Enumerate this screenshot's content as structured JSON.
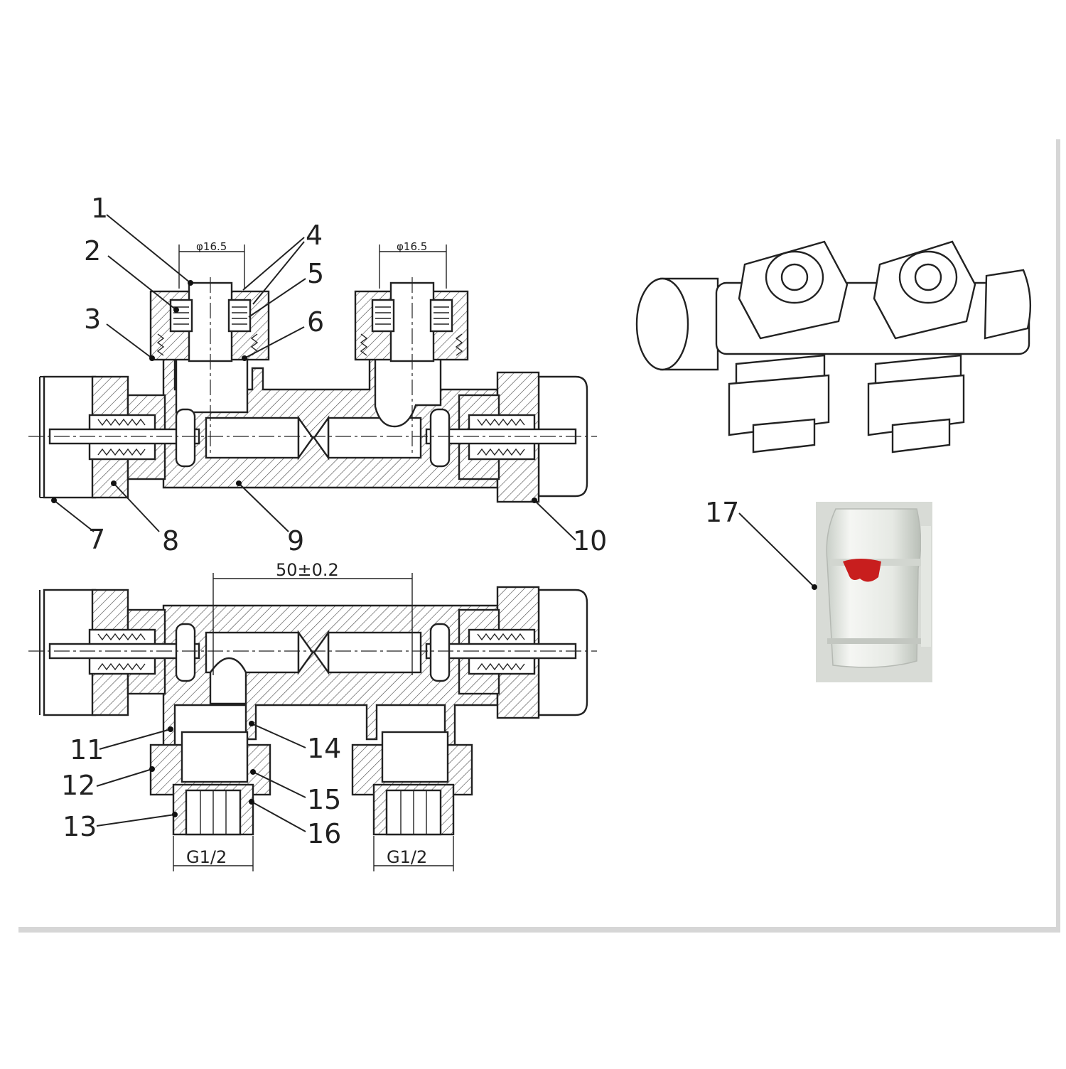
{
  "callouts": {
    "c1": "1",
    "c2": "2",
    "c3": "3",
    "c4": "4",
    "c5": "5",
    "c6": "6",
    "c7": "7",
    "c8": "8",
    "c9": "9",
    "c10": "10",
    "c11": "11",
    "c12": "12",
    "c13": "13",
    "c14": "14",
    "c15": "15",
    "c16": "16",
    "c17": "17"
  },
  "dimensions": {
    "top_left_diameter": "φ16.5",
    "top_right_diameter": "φ16.5",
    "spacing": "50±0.2",
    "bottom_left_thread": "G1/2",
    "bottom_right_thread": "G1/2"
  },
  "colors": {
    "line": "#222222",
    "cap_red": "#c81e1e",
    "cap_body": "#eef0ed"
  }
}
